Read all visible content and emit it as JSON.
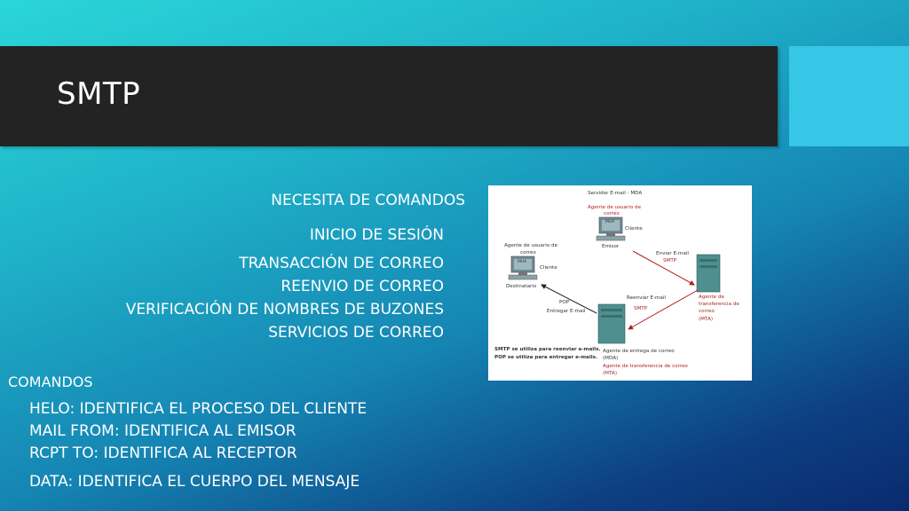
{
  "title": "SMTP",
  "intro": {
    "heading": "NECESITA DE COMANDOS",
    "items": [
      "INICIO DE SESIÓN",
      "TRANSACCIÓN DE CORREO",
      "REENVIO DE CORREO",
      "VERIFICACIÓN DE NOMBRES DE BUZONES",
      "SERVICIOS DE CORREO"
    ]
  },
  "commands": {
    "heading": "COMANDOS",
    "items": [
      "HELO: IDENTIFICA EL PROCESO DEL CLIENTE",
      "MAIL FROM: IDENTIFICA AL EMISOR",
      "RCPT TO: IDENTIFICA AL RECEPTOR",
      "DATA: IDENTIFICA EL CUERPO DEL MENSAJE"
    ]
  },
  "diagram": {
    "server_label": "Servidor E-mail - MDA",
    "mua_top_line1": "Agente de usuario de",
    "mua_top_line2": "correo",
    "mua_tag": "MUA",
    "client": "Cliente",
    "sender": "Emisor",
    "mua_left_line1": "Agente de usuario de",
    "mua_left_line2": "correo",
    "recipient": "Destinatario",
    "send_email": "Enviar E-mail",
    "smtp": "SMTP",
    "forward_email": "Reenviar E-mail",
    "pop": "POP",
    "deliver_email": "Entregar E-mail",
    "mta_right_line1": "Agente de",
    "mta_right_line2": "transferencia de",
    "mta_right_line3": "correo",
    "mta_tag": "(MTA)",
    "note_line1": "SMTP se utiliza para reenviar e-mails.",
    "note_line2": "POP se utiliza para entregar e-mails.",
    "mda_line1": "Agente de entrega de correo",
    "mda_tag": "(MDA)",
    "mta_bottom_line1": "Agente de transferencia de correo",
    "mta_bottom_tag": "(MTA)",
    "colors": {
      "accent_red": "#b01e1e",
      "server": "#4f8f8f"
    }
  }
}
